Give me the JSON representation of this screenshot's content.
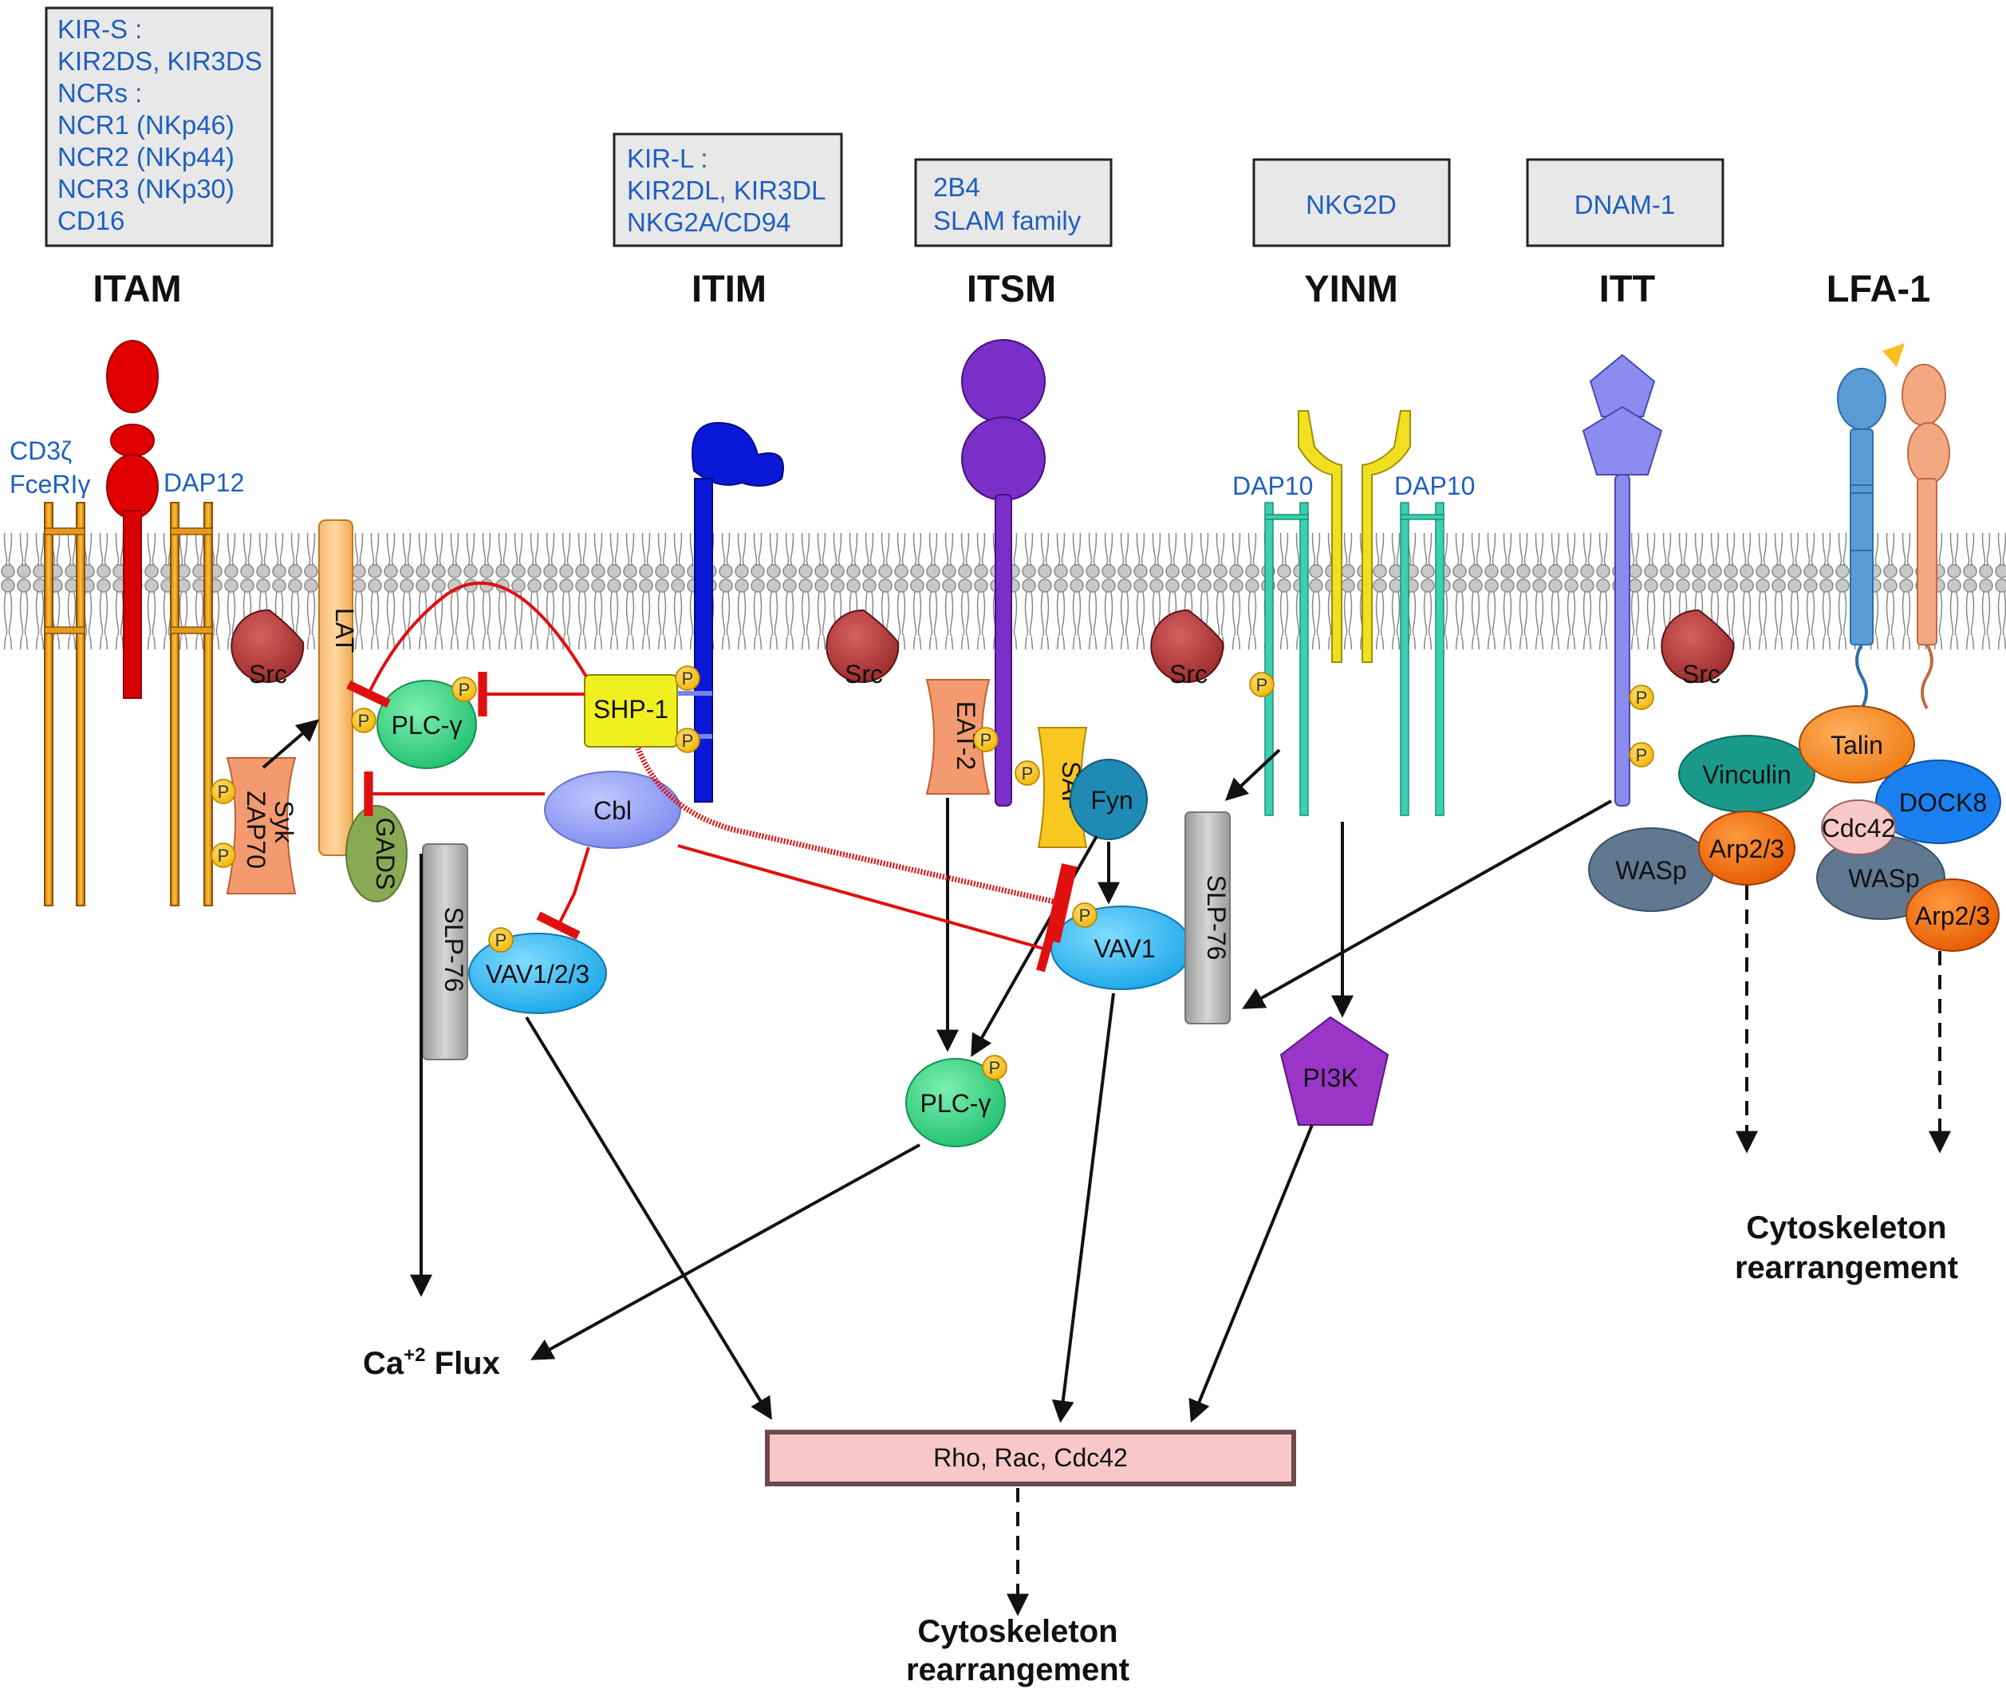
{
  "receptor_boxes": {
    "itam": [
      "KIR-S :",
      "KIR2DS, KIR3DS",
      "NCRs :",
      "NCR1 (NKp46)",
      "NCR2 (NKp44)",
      "NCR3 (NKp30)",
      "CD16"
    ],
    "itim": [
      "KIR-L :",
      "KIR2DL, KIR3DL",
      "NKG2A/CD94"
    ],
    "itsm": [
      "2B4",
      "SLAM family"
    ],
    "yinm": [
      "NKG2D"
    ],
    "itt": [
      "DNAM-1"
    ]
  },
  "motifs": {
    "itam": "ITAM",
    "itim": "ITIM",
    "itsm": "ITSM",
    "yinm": "YINM",
    "itt": "ITT",
    "lfa1": "LFA-1"
  },
  "membrane_labels": {
    "cd3z": "CD3ζ",
    "fceri": "FceRIγ",
    "dap12": "DAP12",
    "dap10_left": "DAP10",
    "dap10_right": "DAP10"
  },
  "molecules": {
    "src": "Src",
    "lat": "LAT",
    "plcg": "PLC-γ",
    "shp1": "SHP-1",
    "cbl": "Cbl",
    "gads": "GADS",
    "slp76": "SLP-76",
    "vav123": "VAV1/2/3",
    "syk": "Syk",
    "zap70": "ZAP70",
    "eat2": "EAT-2",
    "sap": "SAP",
    "fyn": "Fyn",
    "vav1": "VAV1",
    "pi3k": "PI3K",
    "talin": "Talin",
    "vinculin": "Vinculin",
    "dock8": "DOCK8",
    "cdc42": "Cdc42",
    "wasp": "WASp",
    "arp23": "Arp2/3",
    "phospho": "P"
  },
  "outcomes": {
    "ca_flux_prefix": "Ca",
    "ca_flux_sup": "+2",
    "ca_flux_suffix": " Flux",
    "rho_box": "Rho, Rac, Cdc42",
    "cytoskeleton_line1": "Cytoskeleton",
    "cytoskeleton_line2": "rearrangement"
  },
  "colors": {
    "activation_arrow": "#111111",
    "inhibition": "#e01010",
    "membrane": "#a8a8a8",
    "box_fill": "#e8e8e8"
  }
}
